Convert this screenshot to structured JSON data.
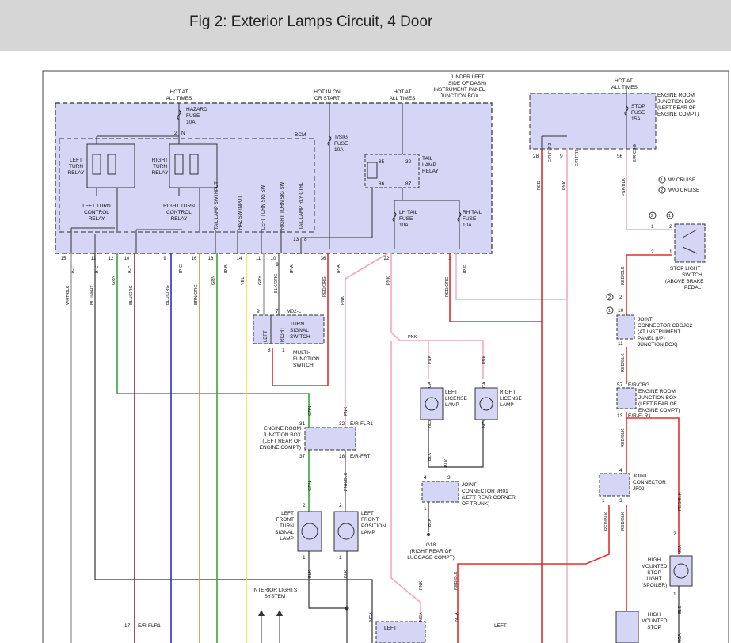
{
  "figure_title": "Fig 2: Exterior Lamps Circuit, 4 Door",
  "colors": {
    "box_fill": "#d5d5f5",
    "pnk": "#f4a6bc",
    "red": "#e0302a",
    "grn": "#34a834",
    "blu": "#2c2cd8",
    "brn": "#e08a20",
    "yel": "#f2e82a",
    "gry": "#aaaaaa",
    "blk": "#333333",
    "vio": "#8c1f4a"
  },
  "ipjb": {
    "location": [
      "(UNDER LEFT",
      "SIDE OF DASH)",
      "INSTRUMENT PANEL",
      "JUNCTION BOX"
    ],
    "hot_left": [
      "HOT AT",
      "ALL TIMES"
    ],
    "hot_mid": [
      "HOT IN ON",
      "OR START"
    ],
    "hot_right": [
      "HOT AT",
      "ALL TIMES"
    ],
    "hazard_fuse": [
      "HAZARD",
      "FUSE",
      "10A"
    ],
    "tsig_fuse": [
      "T/SIG",
      "FUSE",
      "10A"
    ],
    "bcm": "BCM",
    "left_turn_relay": [
      "LEFT",
      "TURN",
      "RELAY"
    ],
    "right_turn_relay": [
      "RIGHT",
      "TURN",
      "RELAY"
    ],
    "left_turn_control": [
      "LEFT TURN",
      "CONTROL",
      "RELAY"
    ],
    "right_turn_control": [
      "RIGHT TURN",
      "CONTROL",
      "RELAY"
    ],
    "tail_lamp_relay": [
      "TAIL",
      "LAMP",
      "RELAY"
    ],
    "lh_tail_fuse": [
      "LH TAIL",
      "FUSE",
      "10A"
    ],
    "rh_tail_fuse": [
      "RH TAIL",
      "FUSE",
      "10A"
    ],
    "vlabels": [
      "TAIL LAMP SW INPUT",
      "HAZ SW INPUT",
      "LEFT TURN SIG SW",
      "RIGHT TURN SIG SW",
      "TAIL LAMP RLY CTRL"
    ],
    "pins": [
      "2",
      "N",
      "85",
      "30",
      "86",
      "87",
      "13",
      "8"
    ]
  },
  "erjb_top": {
    "hot": [
      "HOT AT",
      "ALL TIMES"
    ],
    "label": [
      "ENGINE ROOM",
      "JUNCTION BOX",
      "(LEFT REAR OF",
      "ENGINE COMPT)"
    ],
    "fuse": [
      "STOP",
      "FUSE",
      "15A"
    ],
    "pins": [
      "28",
      "9",
      "56"
    ],
    "conn": [
      "E/R-FLR2",
      "E/R-FRT",
      "E/R-CBG"
    ]
  },
  "bottom_pins": [
    "15",
    "11",
    "12",
    "10",
    "9",
    "16",
    "16",
    "14",
    "11",
    "10",
    "9",
    "36",
    "22",
    "2"
  ],
  "bottom_conn": [
    "B-CJ",
    "B-C",
    "B-C",
    "IP-C",
    "IP-B",
    "IP-A",
    "IP-A",
    "IP-F"
  ],
  "wire_colors": [
    "WHT/BLK",
    "BLU/WHT",
    "GRN",
    "BLU/ORG",
    "BLU/ORG",
    "BRN/ORG",
    "GRN",
    "YEL",
    "GRY",
    "BLK/ORG",
    "RED/ORG",
    "PNK",
    "RED/ORG",
    "RED",
    "PNK",
    "PNK/BLK"
  ],
  "multifunction": {
    "conn": "M02-L",
    "pins": [
      "9",
      "7",
      "8",
      "1"
    ],
    "labels": [
      "TURN",
      "SIGNAL",
      "SWITCH"
    ],
    "left": "LEFT",
    "right": "RIGHT",
    "name": [
      "MULTI-",
      "FUNCTION",
      "SWITCH"
    ]
  },
  "erjb_mid": {
    "label": [
      "ENGINE ROOM",
      "JUNCTION BOX",
      "(LEFT REAR OF",
      "ENGINE COMPT)"
    ],
    "pins": [
      "31",
      "32",
      "37",
      "18"
    ],
    "conn": [
      "E/R-FLR1",
      "E/R-FRT"
    ]
  },
  "left_front_turn": [
    "LEFT",
    "FRONT",
    "TURN",
    "SIGNAL",
    "LAMP"
  ],
  "left_front_position": [
    "LEFT",
    "FRONT",
    "POSITION",
    "LAMP"
  ],
  "left_license": [
    "LEFT",
    "LICENSE",
    "LAMP"
  ],
  "right_license": [
    "RIGHT",
    "LICENSE",
    "LAMP"
  ],
  "jr01": [
    "JOINT",
    "CONNECTOR JR01",
    "(LEFT REAR CORNER",
    "OF TRUNK)"
  ],
  "g18": [
    "G18",
    "(RIGHT REAR OF",
    "LUGGAGE COMPT)"
  ],
  "interior": [
    "INTERIOR LIGHTS",
    "SYSTEM"
  ],
  "legend": [
    "W/ CRUISE",
    "W/O CRUISE"
  ],
  "stop_switch": [
    "STOP LIGHT",
    "SWITCH",
    "(ABOVE BRAKE",
    "PEDAL)"
  ],
  "cbgjc2": [
    "JOINT",
    "CONNECTOR CBGJC2",
    "(AT INSTRUMENT",
    "PANEL (I/P)",
    "JUNCTION BOX)"
  ],
  "erjb_right": [
    "ENGINE ROOM",
    "JUNCTION BOX",
    "(LEFT REAR OF",
    "ENGINE COMPT)"
  ],
  "jf02": [
    "JOINT",
    "CONNECTOR",
    "JF02"
  ],
  "hmsl": [
    "HIGH",
    "MOUNTED",
    "STOP",
    "LIGHT",
    "(SPOILER)"
  ],
  "hmsl2": [
    "HIGH",
    "MOUNTED",
    "STOP"
  ],
  "misc": [
    "E/R-FLR1",
    "LEFT",
    "LEFT",
    "E/R-CBG",
    "E/R-FLR1",
    "NCA",
    "BLK",
    "RED/BLK",
    "PNK",
    "NCA",
    "1",
    "2",
    "3",
    "4",
    "57",
    "13",
    "10",
    "11",
    "17"
  ]
}
